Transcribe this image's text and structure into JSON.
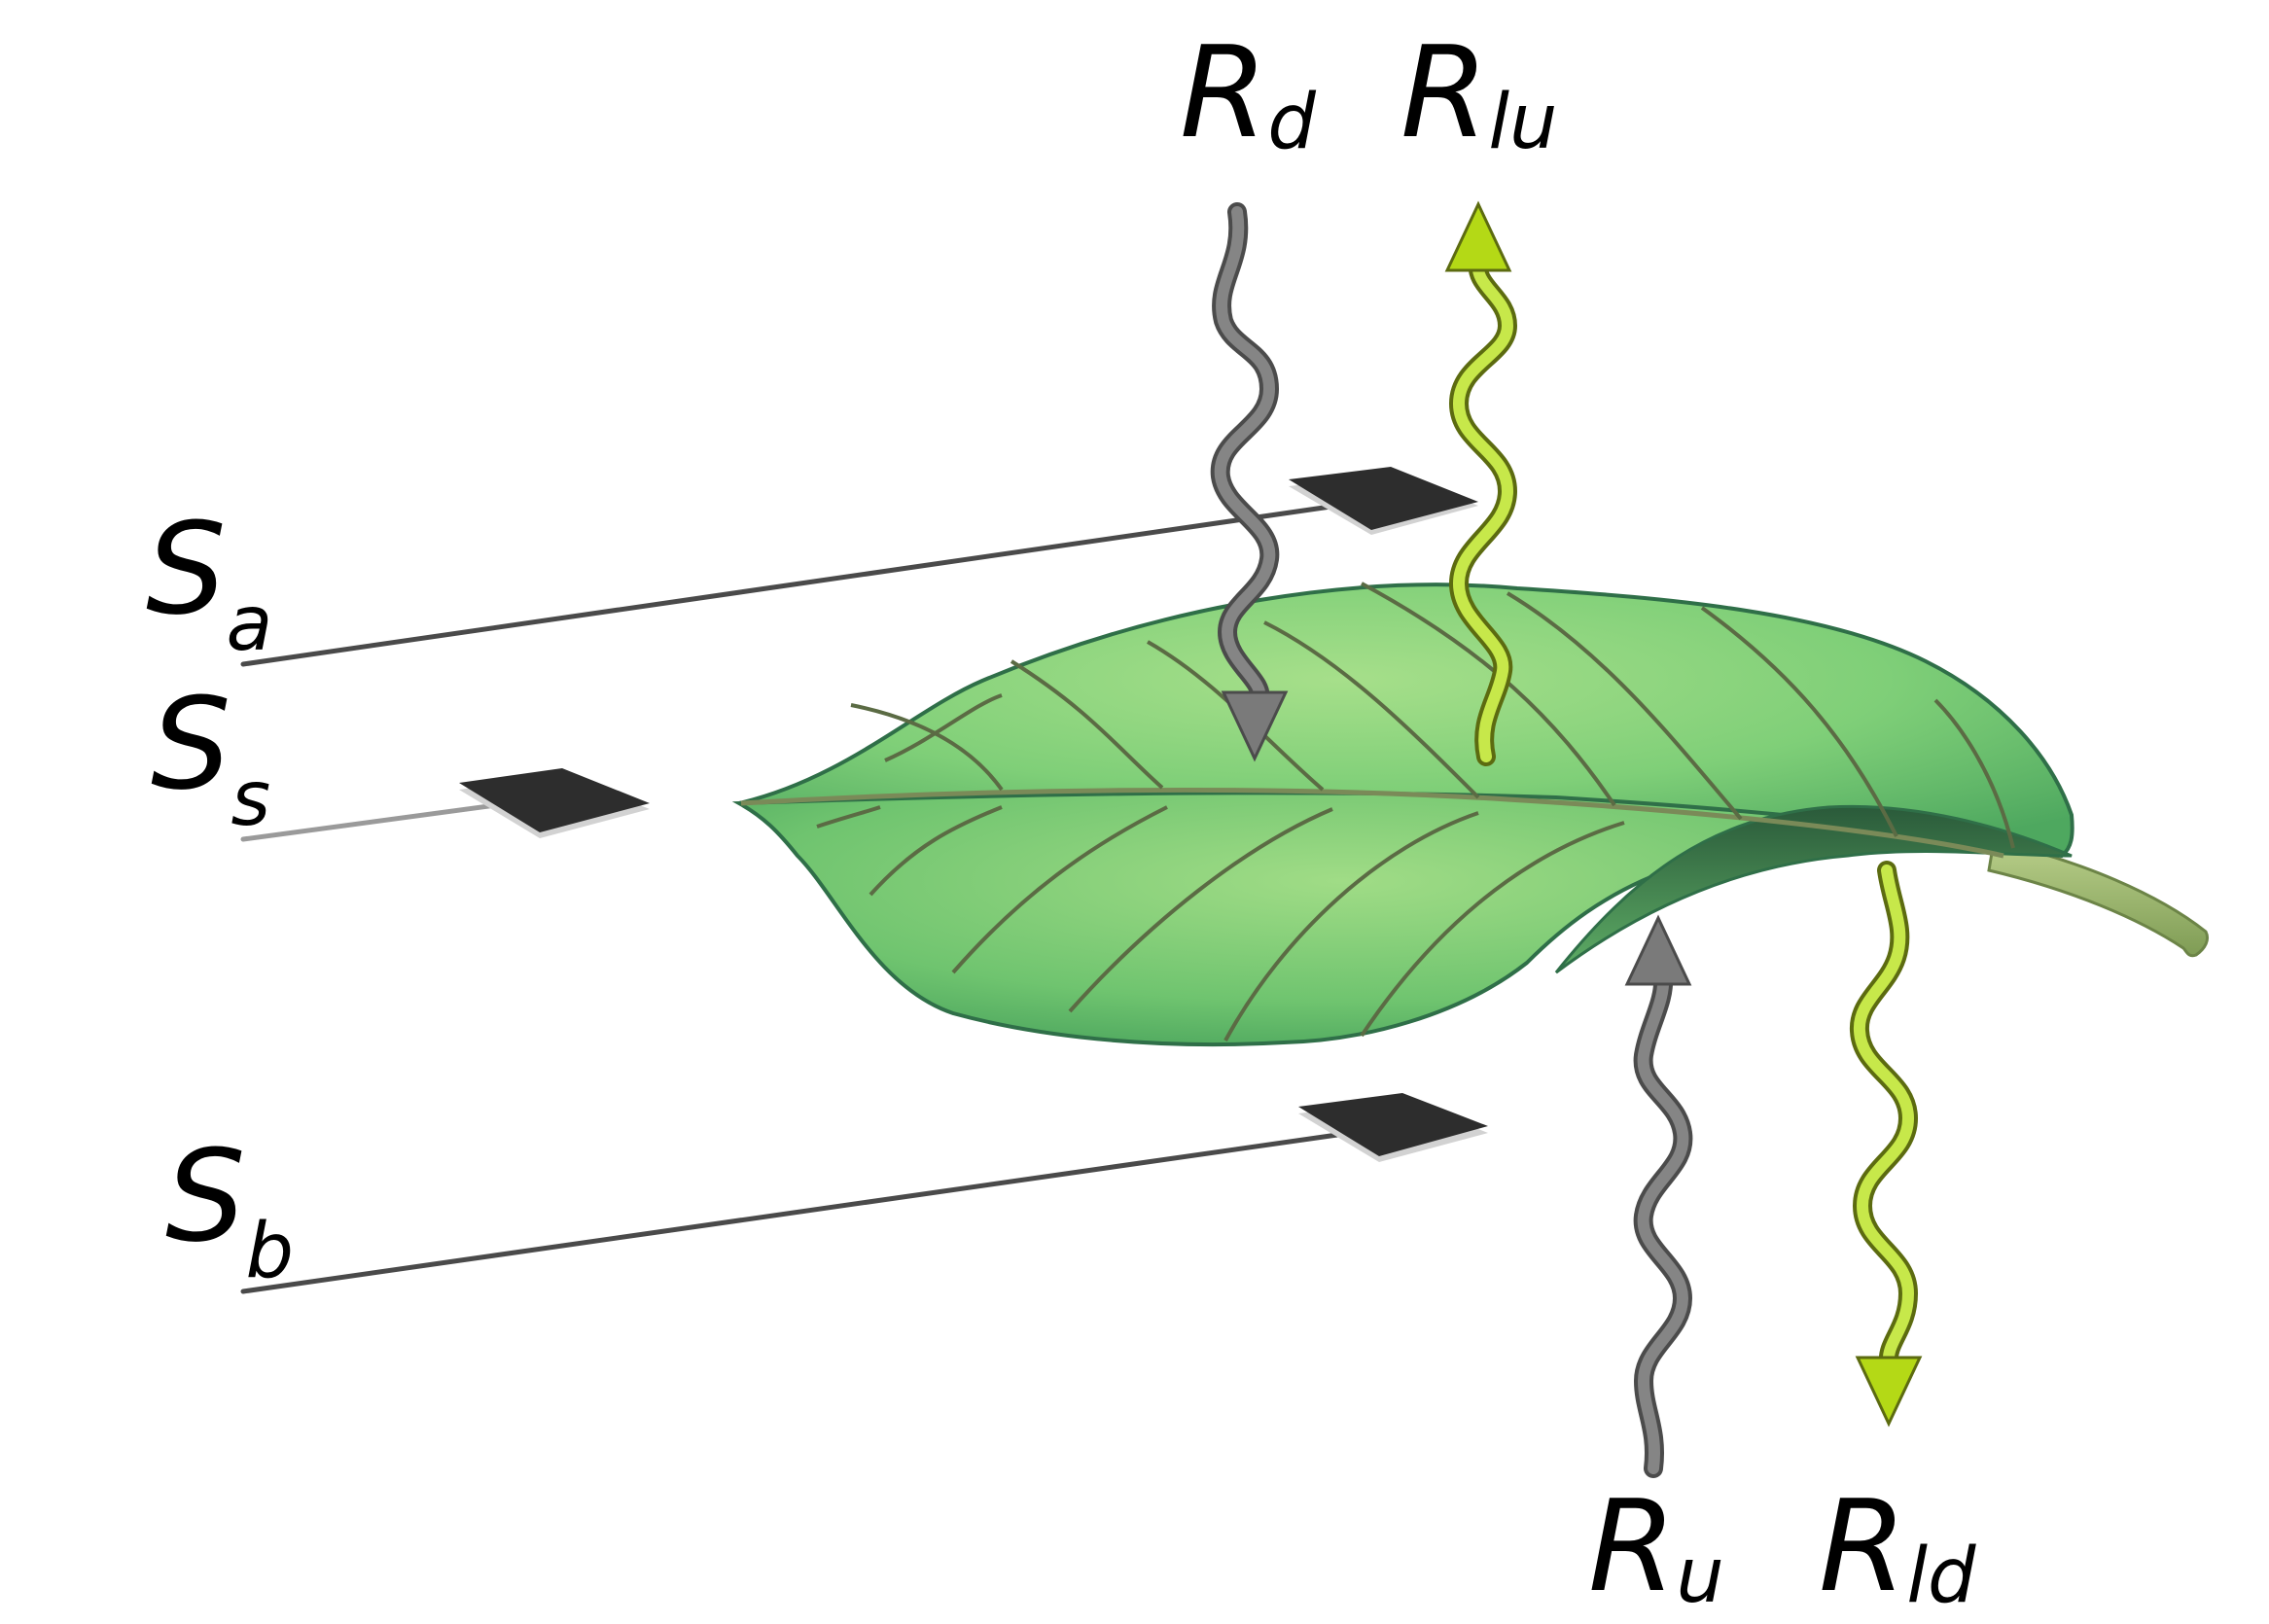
{
  "diagram": {
    "labels": {
      "sa": {
        "base": "S",
        "sub": "a"
      },
      "ss": {
        "base": "S",
        "sub": "s"
      },
      "sb": {
        "base": "S",
        "sub": "b"
      },
      "rd": {
        "base": "R",
        "sub": "d"
      },
      "rlu": {
        "base": "R",
        "sub": "lu"
      },
      "ru": {
        "base": "R",
        "sub": "u"
      },
      "rld": {
        "base": "R",
        "sub": "ld"
      }
    },
    "colors": {
      "leaf_light": "#a6df8a",
      "leaf_mid": "#6fc46f",
      "leaf_dark": "#3f8f55",
      "leaf_outline": "#2f6f48",
      "vein": "#5b6b44",
      "sensor": "#2d2d2d",
      "sensor_edge": "#bdbdbd",
      "sensor_wire": "#4a4a4a",
      "incoming_arrow": "#7a7a7a",
      "emitted_arrow": "#b4d916"
    },
    "icons": [
      "leaf-icon",
      "sensor-icon",
      "wavy-arrow-icon"
    ]
  }
}
